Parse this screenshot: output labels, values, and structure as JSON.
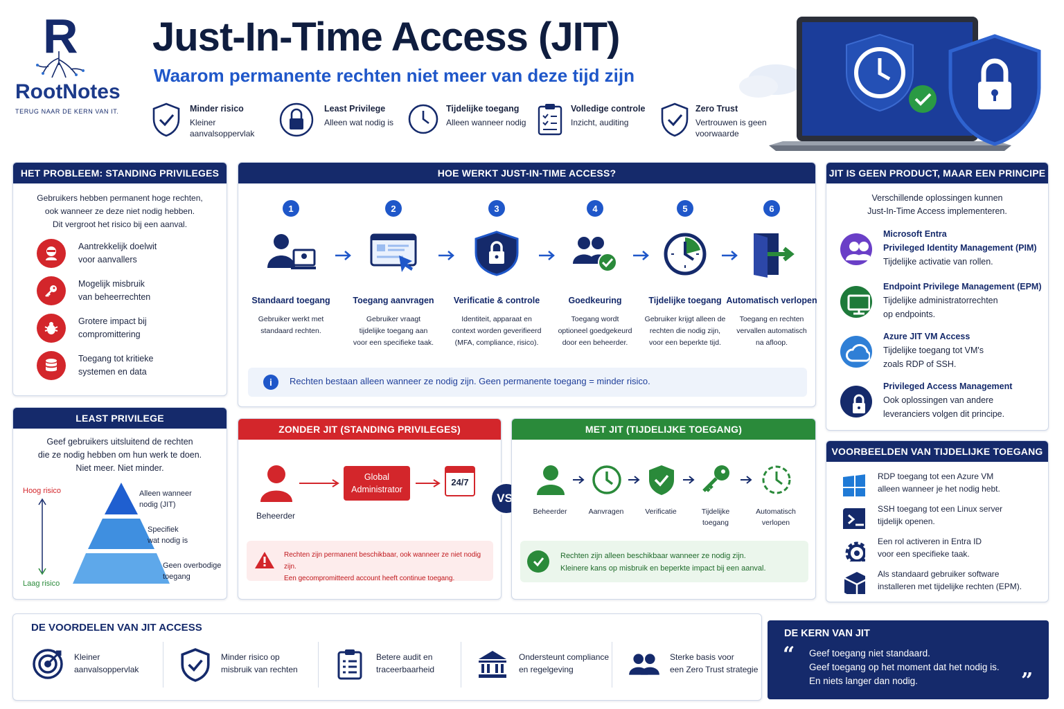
{
  "brand": {
    "name": "RootNotes",
    "tagline": "TERUG NAAR DE KERN VAN IT."
  },
  "header": {
    "title": "Just-In-Time Access (JIT)",
    "subtitle": "Waarom permanente rechten niet meer van deze tijd zijn",
    "features": [
      {
        "title": "Minder risico",
        "desc": "Kleiner aanvalsoppervlak",
        "icon": "shield-check-icon"
      },
      {
        "title": "Least Privilege",
        "desc": "Alleen wat nodig is",
        "icon": "padlock-icon"
      },
      {
        "title": "Tijdelijke toegang",
        "desc": "Alleen wanneer nodig",
        "icon": "clock-icon"
      },
      {
        "title": "Volledige controle",
        "desc": "Inzicht, auditing",
        "icon": "clipboard-icon"
      },
      {
        "title": "Zero Trust",
        "desc": "Vertrouwen is geen voorwaarde",
        "icon": "shield-check-icon"
      }
    ]
  },
  "problem": {
    "heading": "HET PROBLEEM: STANDING PRIVILEGES",
    "intro": [
      "Gebruikers hebben permanent hoge rechten,",
      "ook wanneer ze deze niet nodig hebben.",
      "Dit vergroot het risico bij een aanval."
    ],
    "items": [
      {
        "l1": "Aantrekkelijk doelwit",
        "l2": "voor aanvallers",
        "icon": "hacker-icon"
      },
      {
        "l1": "Mogelijk misbruik",
        "l2": "van beheerrechten",
        "icon": "key-icon"
      },
      {
        "l1": "Grotere impact bij",
        "l2": "compromittering",
        "icon": "bug-icon"
      },
      {
        "l1": "Toegang tot kritieke",
        "l2": "systemen en data",
        "icon": "database-icon"
      }
    ]
  },
  "least_privilege": {
    "heading": "LEAST PRIVILEGE",
    "intro": [
      "Geef gebruikers uitsluitend de rechten",
      "die ze nodig hebben om hun werk te doen.",
      "Niet meer. Niet minder."
    ],
    "high": "Hoog risico",
    "low": "Laag risico",
    "levels": [
      {
        "l1": "Alleen wanneer",
        "l2": "nodig (JIT)"
      },
      {
        "l1": "Specifiek",
        "l2": "wat nodig is"
      },
      {
        "l1": "Geen overbodige",
        "l2": "toegang"
      }
    ]
  },
  "how": {
    "heading": "HOE WERKT JUST-IN-TIME ACCESS?",
    "steps": [
      {
        "num": "1",
        "title": "Standaard toegang",
        "desc": [
          "Gebruiker werkt met",
          "standaard rechten."
        ],
        "icon": "user-laptop-icon"
      },
      {
        "num": "2",
        "title": "Toegang aanvragen",
        "desc": [
          "Gebruiker vraagt",
          "tijdelijke toegang aan",
          "voor een specifieke taak."
        ],
        "icon": "request-form-icon"
      },
      {
        "num": "3",
        "title": "Verificatie & controle",
        "desc": [
          "Identiteit, apparaat en",
          "context worden geverifieerd",
          "(MFA, compliance, risico)."
        ],
        "icon": "shield-lock-icon"
      },
      {
        "num": "4",
        "title": "Goedkeuring",
        "desc": [
          "Toegang wordt",
          "optioneel goedgekeurd",
          "door een beheerder."
        ],
        "icon": "approval-users-icon"
      },
      {
        "num": "5",
        "title": "Tijdelijke toegang",
        "desc": [
          "Gebruiker krijgt alleen de",
          "rechten die nodig zijn,",
          "voor een beperkte tijd."
        ],
        "icon": "timer-icon"
      },
      {
        "num": "6",
        "title": "Automatisch verlopen",
        "desc": [
          "Toegang en rechten",
          "vervallen automatisch",
          "na afloop."
        ],
        "icon": "exit-door-icon"
      }
    ],
    "note": "Rechten bestaan alleen wanneer ze nodig zijn. Geen permanente toegang = minder risico."
  },
  "without": {
    "heading": "ZONDER JIT (STANDING PRIVILEGES)",
    "user": "Beheerder",
    "role": [
      "Global",
      "Administrator"
    ],
    "always": "24/7",
    "warning": [
      "Rechten zijn permanent beschikbaar, ook wanneer ze niet nodig zijn.",
      "Een gecompromitteerd account heeft continue toegang."
    ]
  },
  "vs": "VS.",
  "with": {
    "heading": "MET JIT (TIJDELIJKE TOEGANG)",
    "steps": [
      {
        "l1": "Beheerder",
        "l2": "",
        "icon": "user-icon"
      },
      {
        "l1": "Aanvragen",
        "l2": "",
        "icon": "clock-icon"
      },
      {
        "l1": "Verificatie",
        "l2": "",
        "icon": "shield-check-icon"
      },
      {
        "l1": "Tijdelijke",
        "l2": "toegang",
        "icon": "key-icon"
      },
      {
        "l1": "Automatisch",
        "l2": "verlopen",
        "icon": "expiring-clock-icon"
      }
    ],
    "note": [
      "Rechten zijn alleen beschikbaar wanneer ze nodig zijn.",
      "Kleinere kans op misbruik en beperkte impact bij een aanval."
    ]
  },
  "principle": {
    "heading": "JIT IS GEEN PRODUCT, MAAR EEN PRINCIPE",
    "intro": [
      "Verschillende oplossingen kunnen",
      "Just-In-Time Access implementeren."
    ],
    "items": [
      {
        "lines": [
          "Microsoft Entra",
          "Privileged Identity Management (PIM)",
          "Tijdelijke activatie van rollen."
        ],
        "color": "#6a3fc7",
        "icon": "users-icon"
      },
      {
        "lines": [
          "Endpoint Privilege Management (EPM)",
          "Tijdelijke administratorrechten",
          "op endpoints."
        ],
        "color": "#1e7a3a",
        "icon": "monitor-icon"
      },
      {
        "lines": [
          "Azure JIT VM Access",
          "Tijdelijke toegang tot VM's",
          "zoals RDP of SSH."
        ],
        "color": "#2f7fd6",
        "icon": "cloud-icon"
      },
      {
        "lines": [
          "Privileged Access Management",
          "Ook oplossingen van andere",
          "leveranciers volgen dit principe."
        ],
        "color": "#152a6b",
        "icon": "padlock-icon"
      }
    ]
  },
  "examples": {
    "heading": "VOORBEELDEN VAN TIJDELIJKE TOEGANG",
    "items": [
      {
        "l1": "RDP toegang tot een Azure VM",
        "l2": "alleen wanneer je het nodig hebt.",
        "icon": "windows-icon"
      },
      {
        "l1": "SSH toegang tot een Linux server",
        "l2": "tijdelijk openen.",
        "icon": "terminal-icon"
      },
      {
        "l1": "Een rol activeren in Entra ID",
        "l2": "voor een specifieke taak.",
        "icon": "gear-icon"
      },
      {
        "l1": "Als standaard gebruiker software",
        "l2": "installeren met tijdelijke rechten (EPM).",
        "icon": "package-icon"
      }
    ]
  },
  "benefits": {
    "heading": "DE VOORDELEN VAN JIT ACCESS",
    "items": [
      {
        "l1": "Kleiner",
        "l2": "aanvalsoppervlak",
        "icon": "target-icon"
      },
      {
        "l1": "Minder risico op",
        "l2": "misbruik van rechten",
        "icon": "shield-check-icon"
      },
      {
        "l1": "Betere audit en",
        "l2": "traceerbaarheid",
        "icon": "clipboard-icon"
      },
      {
        "l1": "Ondersteunt compliance",
        "l2": "en regelgeving",
        "icon": "bank-icon"
      },
      {
        "l1": "Sterke basis voor",
        "l2": "een Zero Trust strategie",
        "icon": "users-icon"
      }
    ]
  },
  "core": {
    "heading": "DE KERN VAN JIT",
    "lines": [
      "Geef toegang niet standaard.",
      "Geef toegang op het moment dat het nodig is.",
      "En niets langer dan nodig."
    ]
  }
}
